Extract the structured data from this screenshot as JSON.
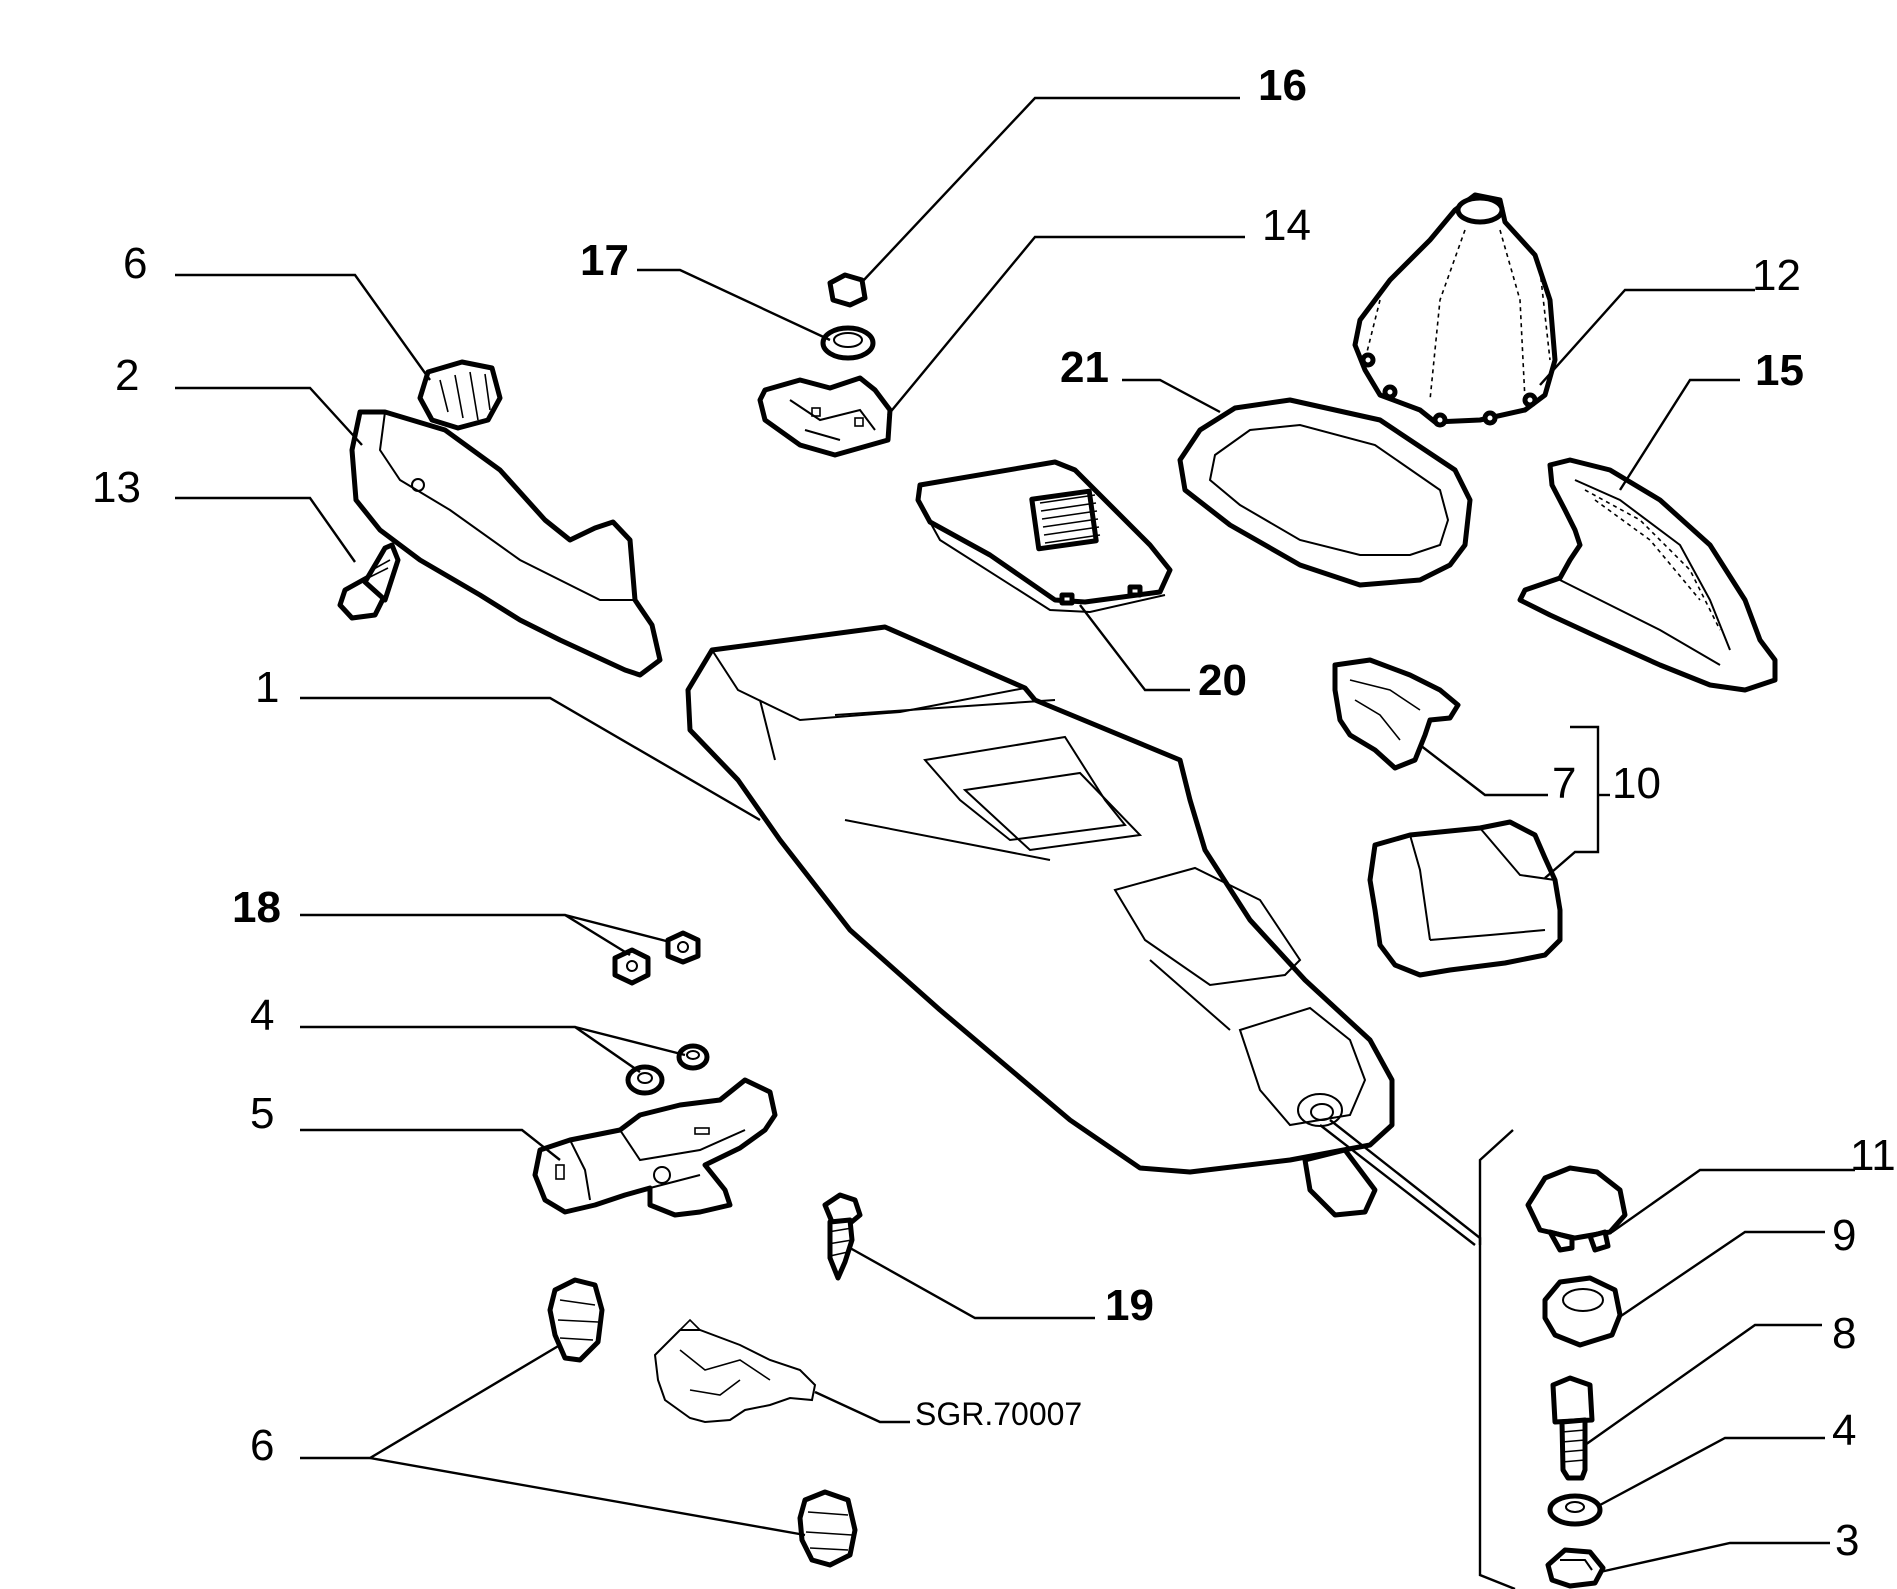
{
  "labels": {
    "l1": "1",
    "l2": "2",
    "l3": "3",
    "l4a": "4",
    "l4b": "4",
    "l5": "5",
    "l6a": "6",
    "l6b": "6",
    "l7": "7",
    "l8": "8",
    "l9": "9",
    "l10": "10",
    "l11": "11",
    "l12": "12",
    "l13": "13",
    "l14": "14",
    "l15": "15",
    "l16": "16",
    "l17": "17",
    "l18": "18",
    "l19": "19",
    "l20": "20",
    "l21": "21"
  },
  "drawing_code": "SGR.70007"
}
